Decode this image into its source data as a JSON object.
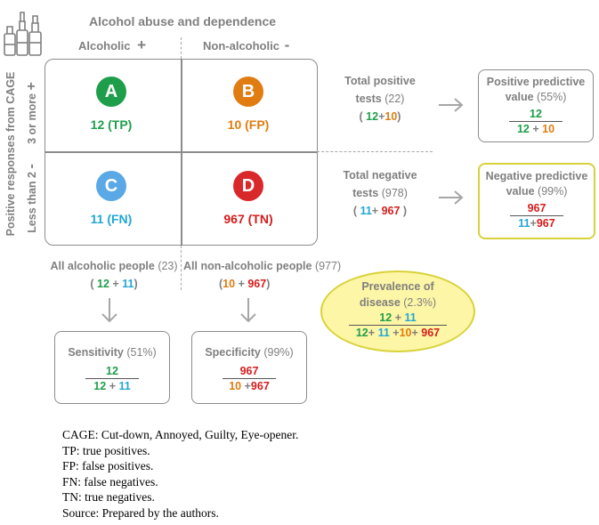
{
  "title": "Alcohol abuse and dependence",
  "columns": {
    "alcoholic": "Alcoholic",
    "alcoholic_sign": "+",
    "nonalcoholic": "Non-alcoholic",
    "nonalcoholic_sign": "-"
  },
  "rows": {
    "axis_title": "Positive responses from CAGE",
    "top": "3 or more",
    "top_sign": "+",
    "bottom": "Less than 2",
    "bottom_sign": "-"
  },
  "cells": {
    "A": {
      "letter": "A",
      "value": "12 (TP)",
      "color": "#1e9e4a"
    },
    "B": {
      "letter": "B",
      "value": "10 (FP)",
      "color": "#e07c10"
    },
    "C": {
      "letter": "C",
      "value": "11 (FN)",
      "color": "#5aa9e6"
    },
    "D": {
      "letter": "D",
      "value": "967 (TN)",
      "color": "#d9282a"
    }
  },
  "total_positive": {
    "line1": "Total positive",
    "line2": "tests",
    "count": "(22)",
    "open": "(",
    "a": "12",
    "plus": "+",
    "b": "10",
    "close": ")"
  },
  "total_negative": {
    "line1": "Total negative",
    "line2": "tests",
    "count": "(978)",
    "open": "(",
    "a": "11",
    "plus": "+",
    "b": "967",
    "close": ")"
  },
  "ppv": {
    "line1": "Positive predictive",
    "line2": "value",
    "pct": "(55%)",
    "num": "12",
    "den_a": "12",
    "plus": "+",
    "den_b": "10"
  },
  "npv": {
    "line1": "Negative predictive",
    "line2": "value",
    "pct": "(99%)",
    "num": "967",
    "den_a": "11",
    "plus": "+",
    "den_b": "967",
    "highlight": "#fdf6a6",
    "border": "#d8d23a"
  },
  "all_alcoholic": {
    "label": "All alcoholic people",
    "count": "(23)",
    "open": "(",
    "a": "12",
    "plus": "+",
    "b": "11",
    "close": ")"
  },
  "all_nonalcoholic": {
    "label": "All non-alcoholic people",
    "count": "(977)",
    "open": "(",
    "a": "10",
    "plus": "+",
    "b": "967",
    "close": ")"
  },
  "sensitivity": {
    "label": "Sensitivity",
    "pct": "(51%)",
    "num": "12",
    "den_a": "12",
    "plus": "+",
    "den_b": "11"
  },
  "specificity": {
    "label": "Specificity",
    "pct": "(99%)",
    "num": "967",
    "den_a": "10",
    "plus": "+",
    "den_b": "967"
  },
  "prevalence": {
    "line1": "Prevalence of",
    "line2": "disease",
    "pct": "(2.3%)",
    "num_a": "12",
    "num_plus": "+",
    "num_b": "11",
    "den_a": "12",
    "p1": "+",
    "den_b": "11",
    "p2": "+",
    "den_c": "10",
    "p3": "+",
    "den_d": "967"
  },
  "notes": [
    "CAGE: Cut-down, Annoyed, Guilty, Eye-opener.",
    "TP: true positives.",
    "FP: false positives.",
    "FN: false negatives.",
    "TN: true negatives.",
    "Source: Prepared by the authors."
  ],
  "icons": {
    "bottles": "alcohol-bottles-icon",
    "arrow_right": "arrow-right-icon",
    "arrow_down": "arrow-down-icon"
  }
}
